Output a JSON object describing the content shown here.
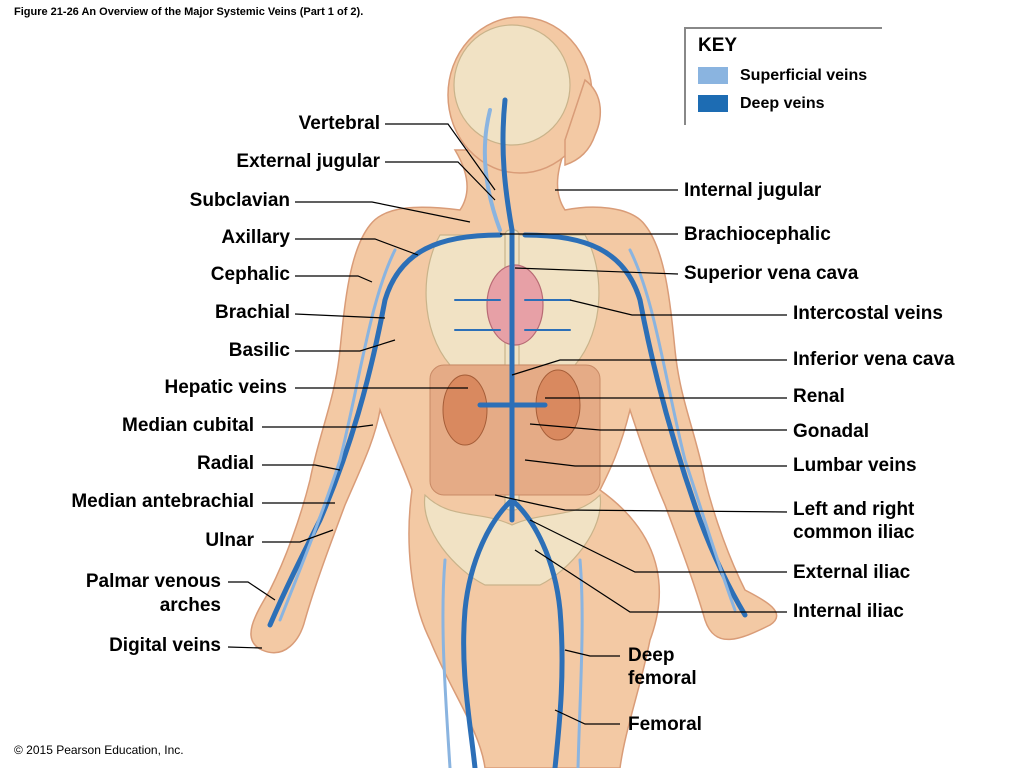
{
  "caption": "Figure 21-26 An Overview of the Major Systemic Veins (Part 1 of 2).",
  "copyright": "© 2015 Pearson Education, Inc.",
  "key": {
    "title": "KEY",
    "items": [
      {
        "label": "Superficial veins",
        "color": "#8ab4e0"
      },
      {
        "label": "Deep veins",
        "color": "#1d6cb3"
      }
    ]
  },
  "labels_left": [
    "Vertebral",
    "External jugular",
    "Subclavian",
    "Axillary",
    "Cephalic",
    "Brachial",
    "Basilic",
    "Hepatic veins",
    "Median cubital",
    "Radial",
    "Median antebrachial",
    "Ulnar",
    "Palmar venous",
    "arches",
    "Digital veins"
  ],
  "labels_right": [
    "Internal jugular",
    "Brachiocephalic",
    "Superior vena cava",
    "Intercostal veins",
    "Inferior vena cava",
    "Renal",
    "Gonadal",
    "Lumbar veins",
    "Left and right",
    "common iliac",
    "External iliac",
    "Internal iliac",
    "Deep",
    "femoral",
    "Femoral"
  ],
  "colors": {
    "skin": "#f3c9a4",
    "skin_shadow": "#e5ab86",
    "bone": "#f1e2c4",
    "vein": "#2c6fb7",
    "vein_light": "#8ab4e0",
    "heart": "#e7a0a6",
    "kidney": "#d9895f"
  }
}
